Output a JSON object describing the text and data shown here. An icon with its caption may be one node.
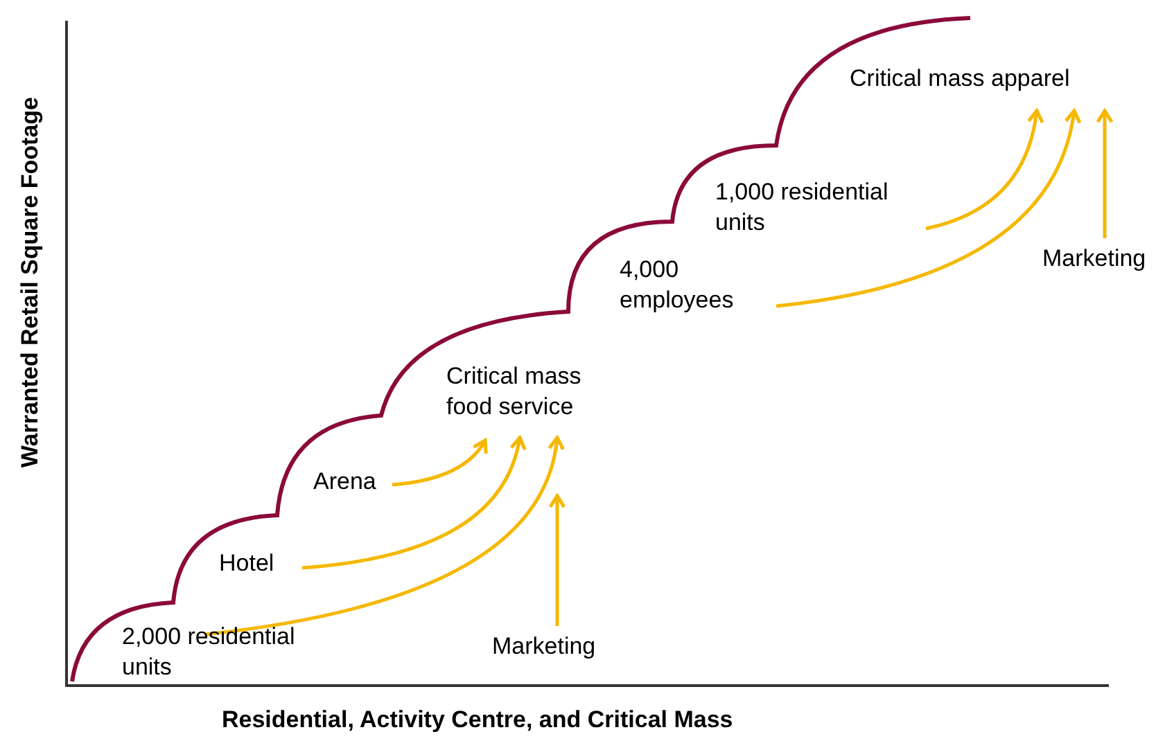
{
  "diagram": {
    "nodes": [
      {
        "text": [
          "Critical mass apparel"
        ]
      },
      {
        "text": [
          "1,000 residential units"
        ]
      },
      {
        "text": [
          "4,000 employees"
        ]
      },
      {
        "text": [
          "Marketing"
        ]
      },
      {
        "text": [
          "Critical mass food service"
        ]
      },
      {
        "text": [
          "Arena"
        ]
      },
      {
        "text": [
          "Hotel"
        ]
      },
      {
        "text": [
          "2,000 residential units"
        ]
      },
      {
        "text": [
          "Marketing"
        ]
      }
    ],
    "edges": [
      {
        "from": 1,
        "to": 0,
        "arrow": "to"
      },
      {
        "from": 2,
        "to": 0,
        "arrow": "to"
      },
      {
        "from": 3,
        "to": 0,
        "arrow": "to"
      },
      {
        "from": 5,
        "to": 4,
        "arrow": "to"
      },
      {
        "from": 6,
        "to": 4,
        "arrow": "to"
      },
      {
        "from": 7,
        "to": 4,
        "arrow": "to"
      },
      {
        "from": 8,
        "to": 4,
        "arrow": "to"
      }
    ],
    "labels": [
      "Warranted Retail Square Footage",
      "Residential, Activity Centre, and Critical Mass"
    ]
  }
}
